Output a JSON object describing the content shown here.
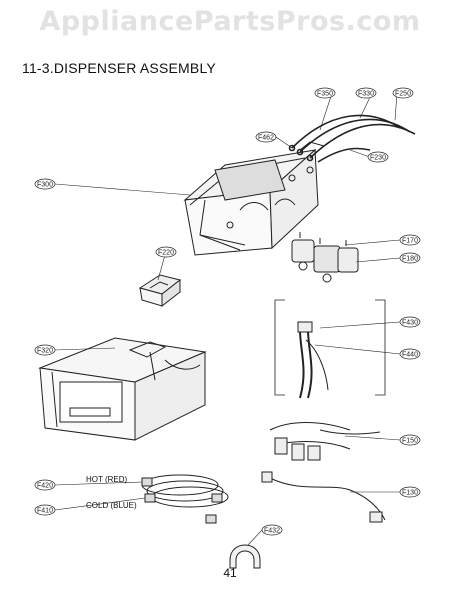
{
  "watermark": "AppliancePartsPros.com",
  "title": "11-3.DISPENSER ASSEMBLY",
  "page_number": "41",
  "callouts": {
    "p350": "F350",
    "p330": "F330",
    "p250": "F250",
    "p462": "F462",
    "p230": "F230",
    "p300": "F300",
    "p170": "F170",
    "p180": "F180",
    "p220": "F220",
    "p430": "F430",
    "p440": "F440",
    "p320": "F320",
    "p150": "F150",
    "p420": "F420",
    "p410": "F410",
    "p130": "F130",
    "p432": "F432"
  },
  "hose_labels": {
    "hot": "HOT (RED)",
    "cold": "COLD (BLUE)"
  }
}
